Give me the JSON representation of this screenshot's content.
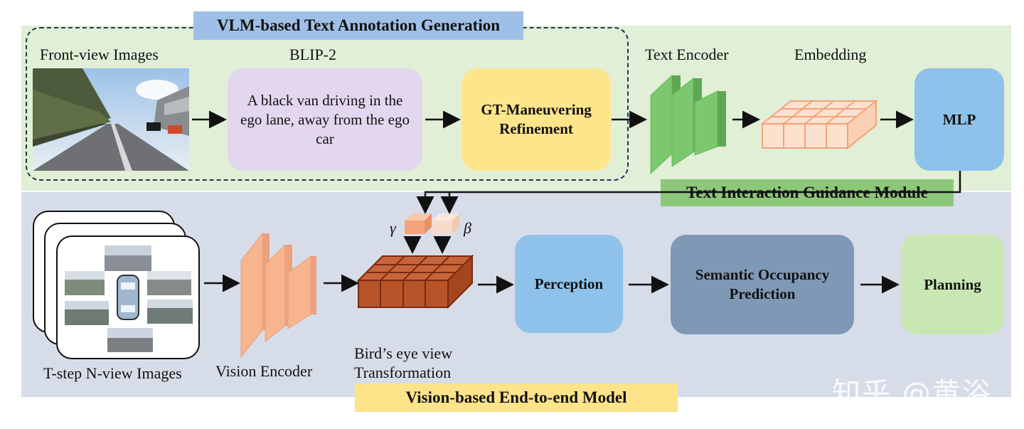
{
  "top_section": {
    "title": "VLM-based Text Annotation Generation",
    "front_view_label": "Front-view Images",
    "blip_label": "BLIP-2",
    "caption_text": "A black van driving in the ego lane, away from the ego car",
    "refinement_label": "GT-Maneuvering Refinement",
    "text_encoder_label": "Text Encoder",
    "embedding_label": "Embedding",
    "mlp_label": "MLP",
    "guidance_module_label": "Text Interaction Guidance Module"
  },
  "bottom_section": {
    "title": "Vision-based End-to-end Model",
    "tstep_label": "T-step N-view Images",
    "vision_encoder_label": "Vision Encoder",
    "gamma_label": "γ",
    "beta_label": "β",
    "bev_label_line1": "Bird’s eye view",
    "bev_label_line2": "Transformation",
    "perception_label": "Perception",
    "occupancy_label": "Semantic Occupancy Prediction",
    "planning_label": "Planning"
  },
  "watermark": "知乎 @黄浴",
  "colors": {
    "top_panel": "#e1efd6",
    "bottom_panel": "#d7dde8",
    "title_top_bg": "#9fc0e6",
    "title_bottom_bg": "#fde38a",
    "guidance_bg": "#8dc77a",
    "caption_bg": "#e3d7ef",
    "refinement_bg": "#fde58c",
    "mlp_bg": "#8ec2ea",
    "perception_bg": "#8ec2ea",
    "occupancy_bg": "#7f98b5",
    "planning_bg": "#c9e7b3",
    "encoder_green": "#7cc86e",
    "encoder_peach": "#f6b48f",
    "bev_grid": "#b8542a"
  }
}
